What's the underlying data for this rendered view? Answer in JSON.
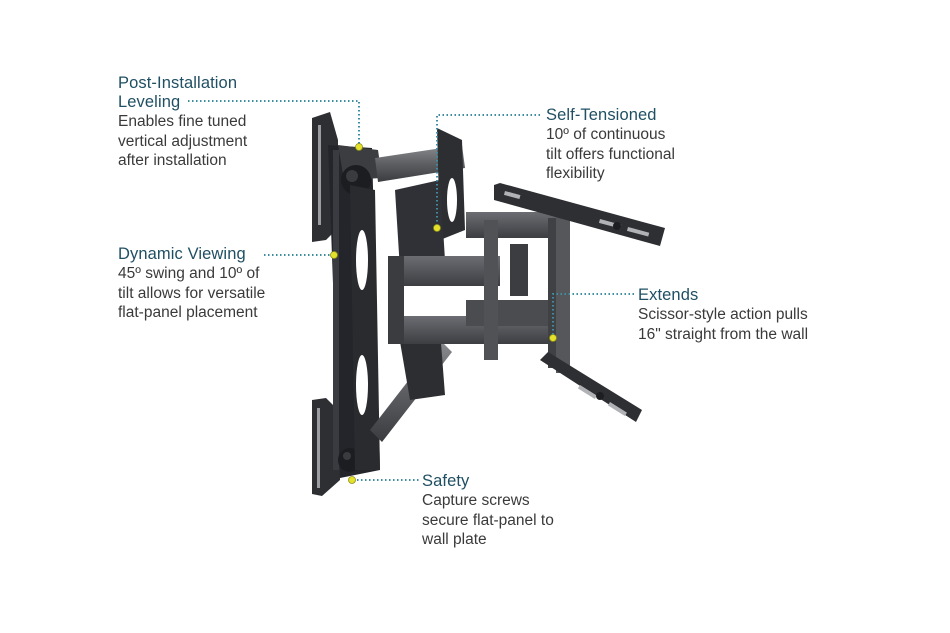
{
  "colors": {
    "title": "#1f4f63",
    "body_text": "#3a3a3a",
    "leader_line": "#3f8ea0",
    "marker": "#e3e12a",
    "mount_dark": "#2b2c2f",
    "mount_mid": "#45474b",
    "mount_light": "#6a6c70"
  },
  "product": {
    "name": "tv-wall-mount"
  },
  "callouts": [
    {
      "id": "post-installation-leveling",
      "title_line1": "Post-Installation",
      "title_line2": "Leveling",
      "desc": [
        "Enables fine tuned",
        "vertical adjustment",
        "after installation"
      ]
    },
    {
      "id": "self-tensioned",
      "title": "Self-Tensioned",
      "desc": [
        "10º of continuous",
        "tilt offers functional",
        "flexibility"
      ]
    },
    {
      "id": "dynamic-viewing",
      "title": "Dynamic Viewing",
      "desc": [
        "45º swing and 10º of",
        "tilt allows for versatile",
        "flat-panel placement"
      ]
    },
    {
      "id": "extends",
      "title": "Extends",
      "desc": [
        "Scissor-style action pulls",
        "16\" straight from the wall"
      ]
    },
    {
      "id": "safety",
      "title": "Safety",
      "desc": [
        "Capture screws",
        "secure flat-panel to",
        "wall plate"
      ]
    }
  ]
}
